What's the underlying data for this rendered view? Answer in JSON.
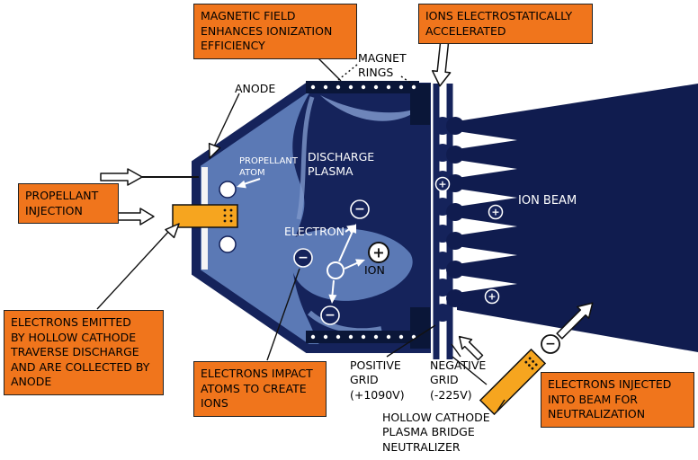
{
  "diagram": {
    "callouts": {
      "magnetic_field": "MAGNETIC FIELD\nENHANCES IONIZATION\nEFFICIENCY",
      "ions_accelerated": "IONS ELECTROSTATICALLY\nACCELERATED",
      "propellant_injection": "PROPELLANT\nINJECTION",
      "electrons_emitted": "ELECTRONS EMITTED\nBY HOLLOW CATHODE\nTRAVERSE DISCHARGE\nAND ARE COLLECTED BY\nANODE",
      "electrons_impact": "ELECTRONS IMPACT\nATOMS TO CREATE\nIONS",
      "electrons_injected": "ELECTRONS INJECTED\nINTO BEAM FOR\nNEUTRALIZATION"
    },
    "labels": {
      "magnet_rings": "MAGNET\nRINGS",
      "anode": "ANODE",
      "propellant_atom": "PROPELLANT\nATOM",
      "discharge_plasma": "DISCHARGE\nPLASMA",
      "electron": "ELECTRON",
      "ion": "ION",
      "ion_beam": "ION BEAM",
      "positive_grid": "POSITIVE\nGRID\n(+1090V)",
      "negative_grid": "NEGATIVE\nGRID\n(-225V)",
      "neutralizer": "HOLLOW CATHODE\nPLASMA BRIDGE\nNEUTRALIZER"
    },
    "symbols": {
      "plus": "+",
      "minus": "−"
    },
    "colors": {
      "callout_orange": "#F0751C",
      "cathode_orange": "#F6A51F",
      "navy": "#15235B",
      "beam_navy": "#101C4F",
      "chamber_blue": "#5B79B5",
      "light_blue": "#7E97CB",
      "background": "#FFFFFF"
    }
  }
}
